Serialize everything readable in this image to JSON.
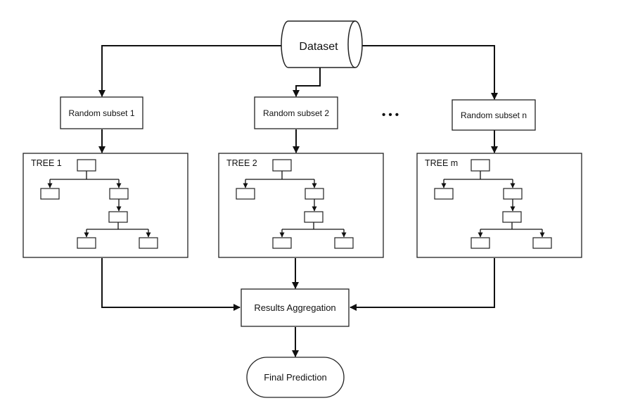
{
  "dataset": {
    "label": "Dataset"
  },
  "subsets": [
    {
      "label": "Random subset 1"
    },
    {
      "label": "Random subset 2"
    },
    {
      "label": "Random subset n"
    }
  ],
  "ellipsis": "• • •",
  "trees": [
    {
      "label": "TREE 1"
    },
    {
      "label": "TREE 2"
    },
    {
      "label": "TREE m"
    }
  ],
  "aggregation": {
    "label": "Results Aggregation"
  },
  "final": {
    "label": "Final Prediction"
  },
  "colors": {
    "stroke": "#111111",
    "background": "#ffffff"
  }
}
